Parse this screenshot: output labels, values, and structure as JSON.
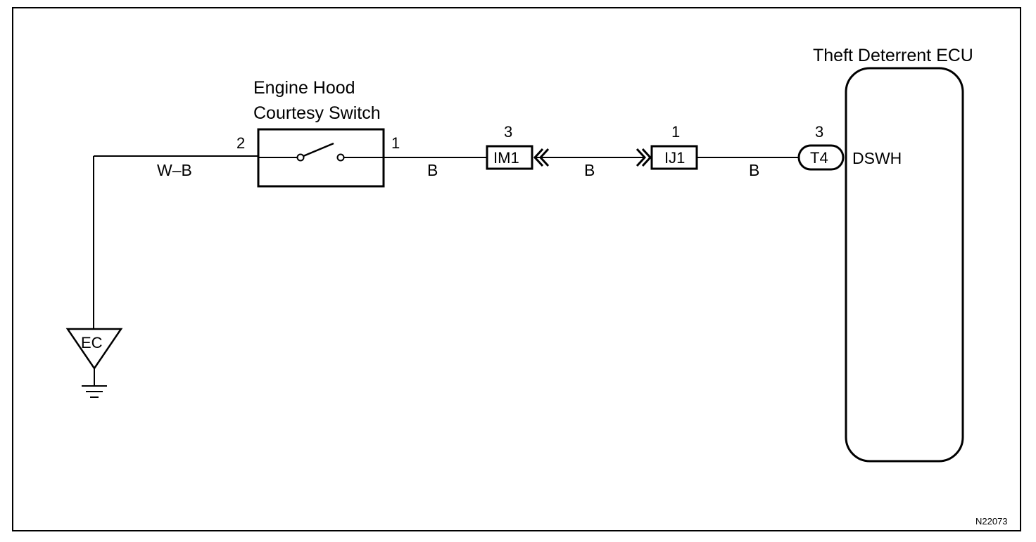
{
  "diagram": {
    "component_labels": {
      "ecu": "Theft Deterrent ECU",
      "switch_line1": "Engine Hood",
      "switch_line2": "Courtesy Switch"
    },
    "switch_pins": {
      "left": "2",
      "right": "1"
    },
    "connectors": {
      "im1": {
        "label": "IM1",
        "pin": "3"
      },
      "ij1": {
        "label": "IJ1",
        "pin": "1"
      },
      "t4": {
        "label": "T4",
        "pin": "3"
      }
    },
    "terminal_name": "DSWH",
    "wires": {
      "ground_to_switch": "W–B",
      "switch_to_im1": "B",
      "im1_to_ij1": "B",
      "ij1_to_ecu": "B"
    },
    "ground": {
      "label": "EC"
    },
    "figure_code": "N22073"
  }
}
